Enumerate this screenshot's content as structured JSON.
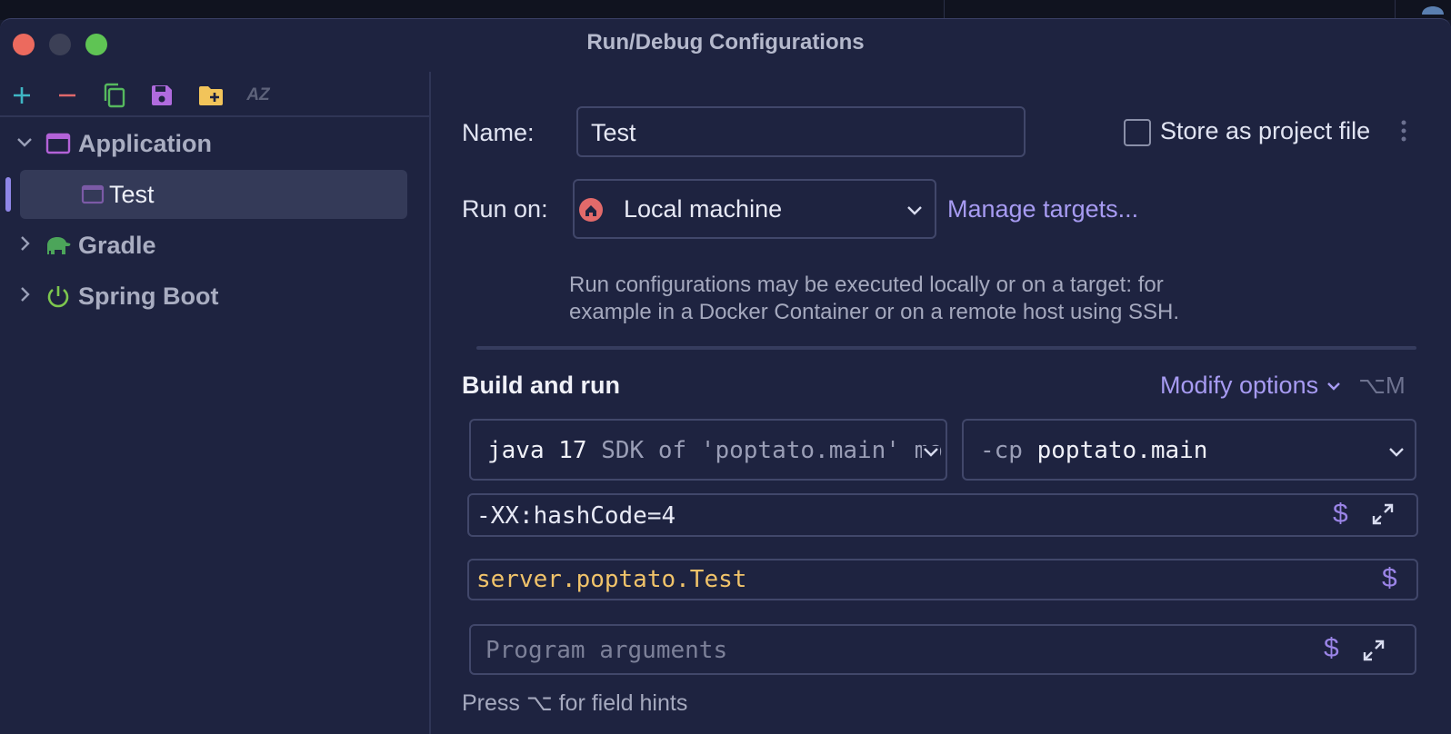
{
  "window": {
    "title": "Run/Debug Configurations"
  },
  "toolbar": {
    "icons": [
      "add-icon",
      "remove-icon",
      "copy-icon",
      "save-icon",
      "new-folder-icon",
      "sort-az-icon"
    ],
    "sort_label": "AZ"
  },
  "tree": {
    "application_label": "Application",
    "test_label": "Test",
    "gradle_label": "Gradle",
    "spring_boot_label": "Spring Boot"
  },
  "form": {
    "name_label": "Name:",
    "name_value": "Test",
    "store_label": "Store as project file",
    "store_checked": false,
    "run_on_label": "Run on:",
    "run_on_value": "Local machine",
    "manage_targets": "Manage targets...",
    "run_on_hint_line1": "Run configurations may be executed locally or on a target: for",
    "run_on_hint_line2": "example in a Docker Container or on a remote host using SSH.",
    "build_run_title": "Build and run",
    "modify_options": "Modify options",
    "modify_shortcut": "⌥M",
    "jdk_java": "java 17",
    "jdk_sdk": "SDK of 'poptato.main' mo",
    "cp_prefix": "-cp",
    "cp_value": "poptato.main",
    "vm_options": "-XX:hashCode=4",
    "main_class": "server.poptato.Test",
    "program_args_placeholder": "Program arguments",
    "field_hints": "Press ⌥ for field hints",
    "dollar": "$"
  },
  "colors": {
    "accent": "#a79bf2",
    "main_class": "#f0c36a",
    "close": "#ec6a5e",
    "maximize": "#5fc454"
  }
}
